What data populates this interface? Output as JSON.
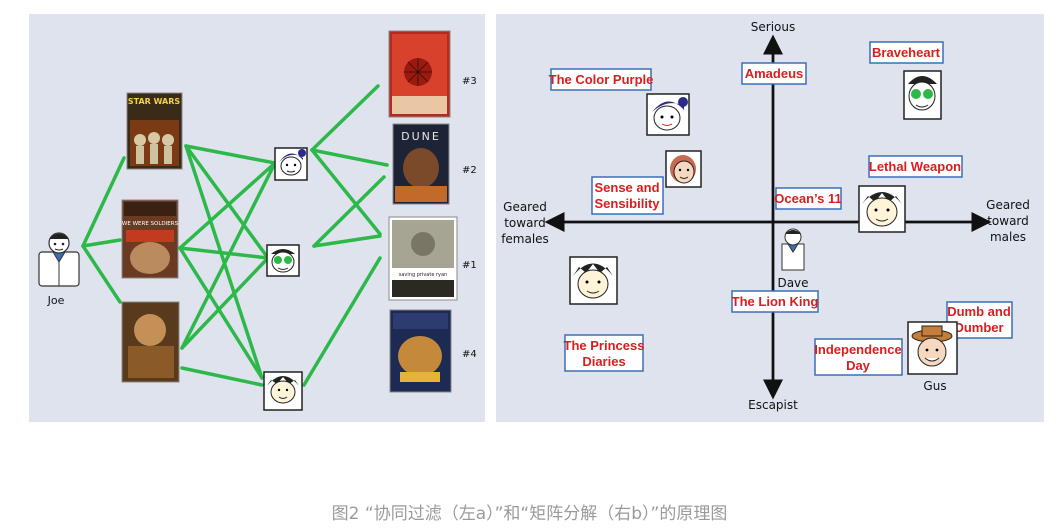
{
  "left_figure": {
    "user_label": "Joe",
    "movie_texts": {
      "star_wars": "STAR WARS",
      "we_were_soldiers": "WE WERE SOLDIERS",
      "dune": "DUNE",
      "saving_private_ryan": "saving private ryan"
    },
    "rank_labels": [
      "#3",
      "#2",
      "#1",
      "#4"
    ]
  },
  "right_figure": {
    "axis_labels": {
      "top": "Serious",
      "bottom": "Escapist",
      "left": [
        "Geared",
        "toward",
        "females"
      ],
      "right": [
        "Geared",
        "toward",
        "males"
      ]
    },
    "movies": {
      "color_purple": [
        "The Color Purple"
      ],
      "amadeus": [
        "Amadeus"
      ],
      "braveheart": [
        "Braveheart"
      ],
      "sense_sensibility": [
        "Sense and",
        "Sensibility"
      ],
      "lethal_weapon": [
        "Lethal Weapon"
      ],
      "oceans_11": [
        "Ocean’s 11"
      ],
      "lion_king": [
        "The Lion King"
      ],
      "dumb_dumber": [
        "Dumb and",
        "Dumber"
      ],
      "princess_diaries": [
        "The Princess",
        "Diaries"
      ],
      "independence_day": [
        "Independence",
        "Day"
      ]
    },
    "person_labels": {
      "dave": "Dave",
      "gus": "Gus"
    }
  },
  "caption": "图2 “协同过滤（左a）”和“矩阵分解（右b）”的原理图",
  "colors": {
    "panel_bg": "#dfe3ee",
    "edge_green": "#2db84a",
    "box_border": "#3a6fb8",
    "movie_text_red": "#d81e1e"
  }
}
